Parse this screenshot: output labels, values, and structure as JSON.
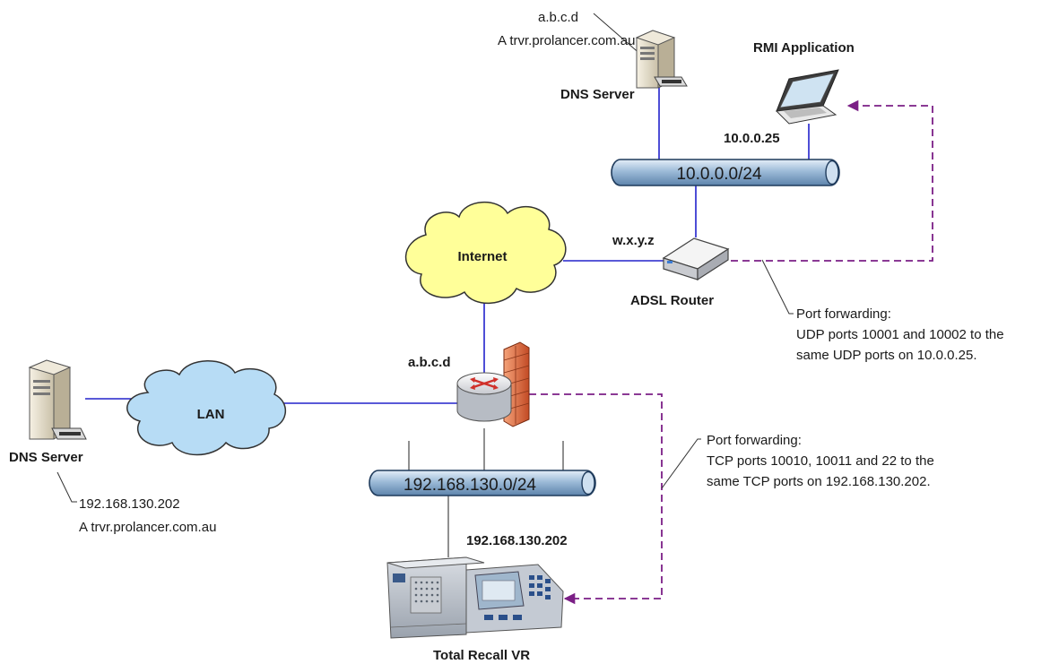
{
  "top_dns": {
    "record_ip": "a.b.c.d",
    "record_a": "A trvr.prolancer.com.au",
    "label": "DNS Server"
  },
  "rmi": {
    "label": "RMI Application",
    "ip": "10.0.0.25"
  },
  "subnet_top": {
    "label": "10.0.0.0/24"
  },
  "router": {
    "label": "ADSL Router",
    "wan_ip": "w.x.y.z"
  },
  "internet": {
    "label": "Internet"
  },
  "firewall": {
    "ip": "a.b.c.d"
  },
  "lan": {
    "label": "LAN"
  },
  "left_dns": {
    "label": "DNS Server",
    "record_ip": "192.168.130.202",
    "record_a": "A trvr.prolancer.com.au"
  },
  "subnet_bottom": {
    "label": "192.168.130.0/24"
  },
  "recorder": {
    "ip": "192.168.130.202",
    "label": "Total Recall VR"
  },
  "callout_router": {
    "line1": "Port forwarding:",
    "line2": "UDP ports 10001 and 10002 to the",
    "line3": "same UDP ports on 10.0.0.25."
  },
  "callout_firewall": {
    "line1": "Port forwarding:",
    "line2": "TCP ports 10010, 10011 and 22 to the",
    "line3": "same TCP ports on 192.168.130.202."
  },
  "colors": {
    "link_blue": "#2222cc",
    "forward_purple": "#7b1f86",
    "bus_blue": "#9dbbd8",
    "cloud_yellow": "#ffff99",
    "cloud_blue": "#b7dcf5"
  }
}
